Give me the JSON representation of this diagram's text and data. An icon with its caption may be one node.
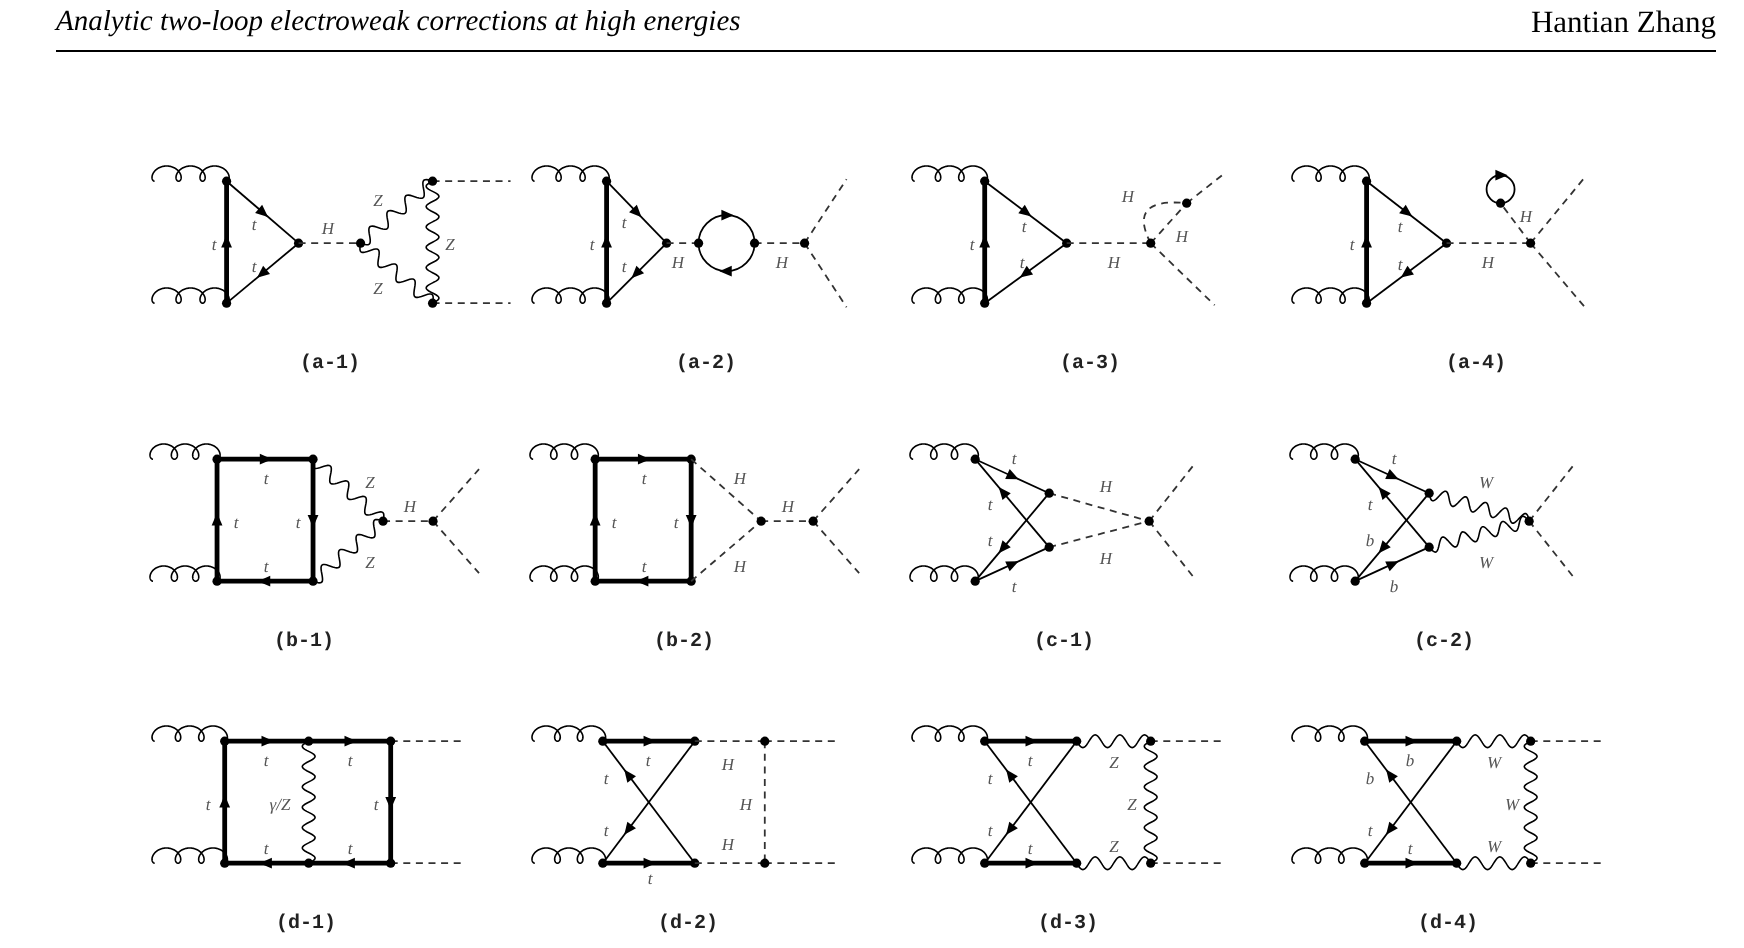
{
  "diagram": {
    "labels": [
      "Analytic two-loop electroweak corrections at high energies",
      "Hantian Zhang",
      "t",
      "t",
      "t",
      "H",
      "Z",
      "Z",
      "Z",
      "(a-1)",
      "t",
      "t",
      "t",
      "H",
      "H",
      "(a-2)",
      "t",
      "t",
      "t",
      "H",
      "H",
      "H",
      "(a-3)",
      "t",
      "t",
      "t",
      "H",
      "H",
      "(a-4)",
      "t",
      "t",
      "t",
      "t",
      "Z",
      "H",
      "Z",
      "(b-1)",
      "t",
      "t",
      "t",
      "t",
      "H",
      "H",
      "H",
      "(b-2)",
      "t",
      "t",
      "t",
      "t",
      "H",
      "H",
      "(c-1)",
      "t",
      "t",
      "b",
      "b",
      "W",
      "W",
      "(c-2)",
      "t",
      "t",
      "t",
      "γ/Z",
      "t",
      "t",
      "t",
      "(d-1)",
      "t",
      "t",
      "t",
      "H",
      "H",
      "H",
      "t",
      "(d-2)",
      "t",
      "t",
      "t",
      "t",
      "Z",
      "Z",
      "Z",
      "(d-3)",
      "b",
      "b",
      "t",
      "t",
      "W",
      "W",
      "W",
      "(d-4)"
    ]
  }
}
